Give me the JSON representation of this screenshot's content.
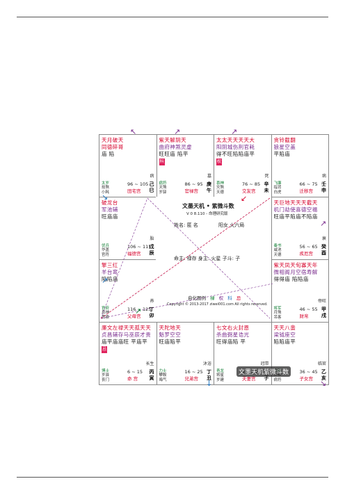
{
  "center": {
    "title": "文墨天机 • 紫微斗数",
    "version": "V 0 8.110 - 命理研究版",
    "name_label": "姓名: 匿 名",
    "gender_label": "阳女 火六局",
    "line2": "命主: 禄存 身主: 火星 子斗: 子",
    "legend": "自化图例",
    "legend_items": [
      "禄",
      "权",
      "科",
      "忌"
    ],
    "copyright": "Copyright © 2013-2017 ziwei001.com All rights reserved."
  },
  "cells": [
    {
      "id": "si",
      "stars": [
        "天月破天",
        "同德碎哥",
        "庙  陷"
      ],
      "colors": [
        "#d6002a",
        "#d6002a",
        "#222"
      ],
      "minor": [
        "太岁",
        "劫煞",
        "小耗"
      ],
      "age": "96 ~ 105",
      "palace": "田宅宫",
      "branch": [
        "己",
        "巳"
      ],
      "state": "病",
      "hua": ""
    },
    {
      "id": "wu",
      "stars": [
        "紫天解阴天",
        "曲府神煞灵虚",
        "旺旺庙  陷平"
      ],
      "colors": [
        "#d6002a",
        "#7b2d8e",
        "#222"
      ],
      "minor": [
        "病符",
        "天煞",
        "岁驿"
      ],
      "age": "86 ~ 95",
      "palace": "官禄宫",
      "branch": [
        "庚",
        "午"
      ],
      "state": "墓",
      "hua": "科"
    },
    {
      "id": "wei",
      "stars": [
        "太太天天天天大",
        "阳阴城伤刑官耗",
        "得不旺陷陷庙平"
      ],
      "colors": [
        "#d6002a",
        "#7b2d8e",
        "#222"
      ],
      "minor": [
        "喜神",
        "灾煞",
        "天德"
      ],
      "age": "76 ~ 85",
      "palace": "交友宫",
      "branch": [
        "辛",
        "未"
      ],
      "state": "死",
      "hua": "权"
    },
    {
      "id": "shen",
      "stars": [
        "贪铃截翻",
        "狼星空盖",
        "平陷庙"
      ],
      "colors": [
        "#d6002a",
        "#7b2d8e",
        "#222"
      ],
      "minor": [
        "飞廉",
        "指背",
        "白虎"
      ],
      "age": "66 ~ 75",
      "palace": "迁移宫",
      "branch": [
        "壬",
        "申"
      ],
      "state": "病",
      "hua": ""
    },
    {
      "id": "chen",
      "stars": [
        "破龙台",
        "军池辅",
        "旺庙庙"
      ],
      "colors": [
        "#d6002a",
        "#7b2d8e",
        "#222"
      ],
      "minor": [
        "伏兵",
        "华盖",
        "官符"
      ],
      "age": "106 ~ 115",
      "palace": "福德宫",
      "branch": [
        "戊",
        "辰"
      ],
      "state": "胎",
      "hua": ""
    },
    {
      "id": "you",
      "stars": [
        "天巨地天天天截天",
        "机门劫使喜德空福",
        "旺庙平陷庙不陷庙"
      ],
      "colors": [
        "#d6002a",
        "#7b2d8e",
        "#222"
      ],
      "minor": [
        "奏书",
        "咸池",
        "天德"
      ],
      "age": "56 ~ 65",
      "palace": "疾厄宫",
      "branch": [
        "癸",
        "酉"
      ],
      "state": "衰",
      "hua": ""
    },
    {
      "id": "mao",
      "stars": [
        "擎三红",
        "羊台鸾",
        "陷陷庙"
      ],
      "colors": [
        "#d6002a",
        "#7b2d8e",
        "#222"
      ],
      "minor": [
        "官府",
        "息神",
        "贯索"
      ],
      "age": "116 ~ 125",
      "palace": "父母宫",
      "branch": [
        "丁",
        "卯"
      ],
      "state": "养",
      "hua": ""
    },
    {
      "id": "xu",
      "stars": [
        "紫天凤天旬寡天年",
        "微相阁月空宿寿解",
        "得得庙  陷陷庙"
      ],
      "colors": [
        "#d6002a",
        "#7b2d8e",
        "#222"
      ],
      "minor": [
        "将军",
        "月煞",
        "吊客"
      ],
      "age": "46 ~ 55",
      "palace": "财帛",
      "branch": [
        "甲",
        "戌"
      ],
      "state": "帝旺",
      "hua": ""
    },
    {
      "id": "yin",
      "stars": [
        "廉文左禄天天孤天天",
        "贞昌辅存马巫辰才贵",
        "庙平庙庙旺  平庙平"
      ],
      "colors": [
        "#d6002a",
        "#7b2d8e",
        "#222"
      ],
      "minor": [
        "博士",
        "岁驿",
        "丧门"
      ],
      "age": "6 ~ 15",
      "palace": "命  宫",
      "branch": [
        "丙",
        "寅"
      ],
      "state": "长生",
      "hua": "忌"
    },
    {
      "id": "chou",
      "stars": [
        "天陀地天",
        "魁罗空空",
        "旺庙陷平"
      ],
      "colors": [
        "#d6002a",
        "#7b2d8e",
        "#222"
      ],
      "minor": [
        "力士",
        "攀鞍",
        "晦气"
      ],
      "age": "16 ~ 25",
      "palace": "兄弟宫",
      "branch": [
        "丁",
        "丑"
      ],
      "state": "沐浴",
      "hua": ""
    },
    {
      "id": "zi",
      "stars": [
        "七文右火封恩",
        "杀曲弼星诰光",
        "旺得庙陷  平"
      ],
      "colors": [
        "#d6002a",
        "#7b2d8e",
        "#222"
      ],
      "minor": [
        "青龙",
        "将星",
        "岁建"
      ],
      "age": "26 ~ 35",
      "palace": "夫妻宫",
      "branch": [
        "丙",
        "子"
      ],
      "state": "冠带",
      "hua": ""
    },
    {
      "id": "hai",
      "stars": [
        "天天八蜚",
        "梁钺座空",
        "陷陷庙平"
      ],
      "colors": [
        "#d6002a",
        "#7b2d8e",
        "#222"
      ],
      "minor": [
        "小耗",
        "亡神",
        "病符"
      ],
      "age": "36 ~ 45",
      "palace": "子女宫",
      "branch": [
        "乙",
        "亥"
      ],
      "state": "临官",
      "hua": ""
    }
  ],
  "watermark": "文墨天机紫微斗数",
  "colors": {
    "red": "#d6002a",
    "purple": "#7b2d8e",
    "blue": "#1e73be",
    "green": "#0a7a2e",
    "border": "#888888"
  }
}
